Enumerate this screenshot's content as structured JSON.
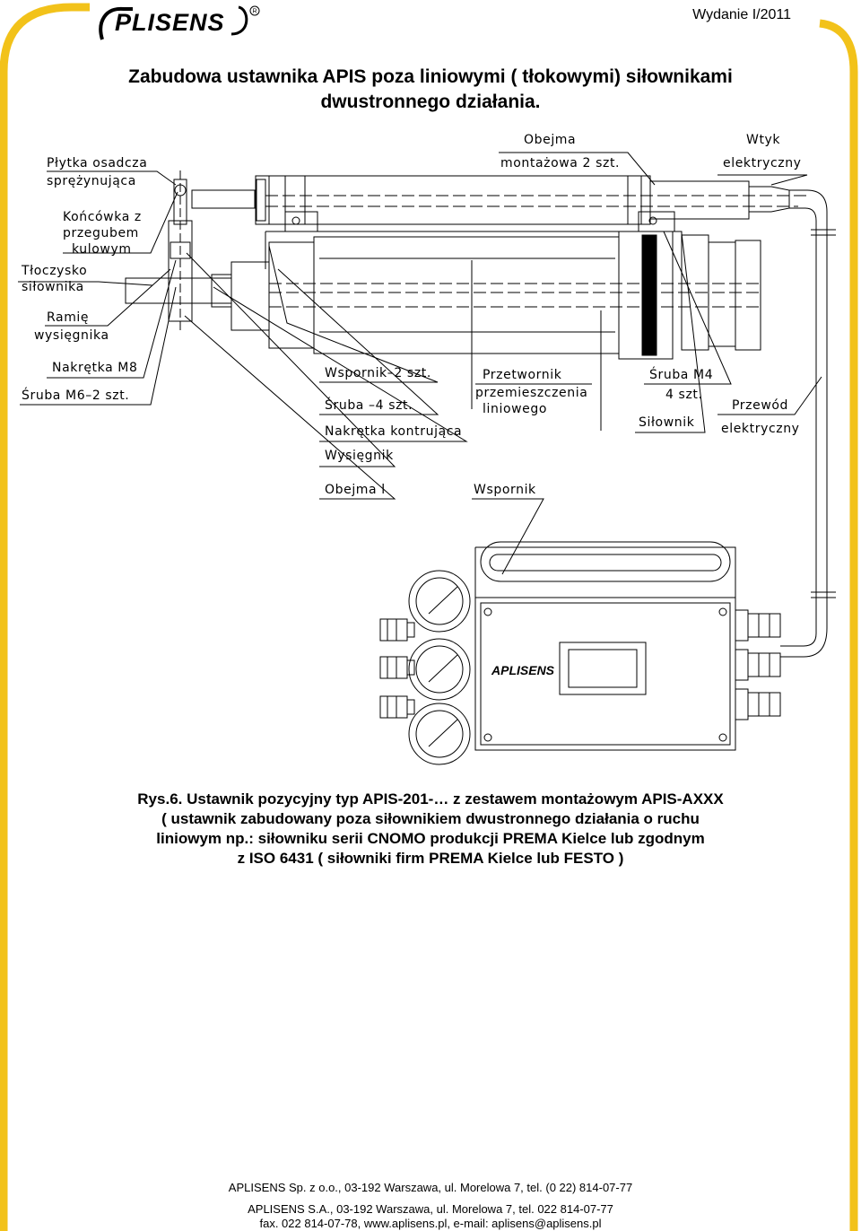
{
  "header": {
    "logo_text": "APLISENS",
    "edition": "Wydanie I/2011"
  },
  "title": {
    "line1": "Zabudowa ustawnika APIS poza liniowymi ( tłokowymi) siłownikami",
    "line2": "dwustronnego działania."
  },
  "labels": {
    "plytka_1": "Płytka osadcza",
    "plytka_2": "sprężynująca",
    "obejma_1": "Obejma",
    "obejma_2": "montażowa 2 szt.",
    "wtyk_1": "Wtyk",
    "wtyk_2": "elektryczny",
    "koncowka_1": "Końcówka z",
    "koncowka_2": "przegubem",
    "koncowka_3": "kulowym",
    "tloczysko_1": "Tłoczysko",
    "tloczysko_2": "siłownika",
    "ramie_1": "Ramię",
    "ramie_2": "wysięgnika",
    "nakretka_m8": "Nakrętka M8",
    "sruba_m6": "Śruba M6–2 szt.",
    "wspornik_2": "Wspornik–2 szt.",
    "sruba_4": "Śruba –4 szt.",
    "nakretka_kontr": "Nakrętka kontrująca",
    "wysiegnik": "Wysięgnik",
    "przetwornik_1": "Przetwornik",
    "przetwornik_2": "przemieszczenia",
    "przetwornik_3": "liniowego",
    "sruba_m4_1": "Śruba M4",
    "sruba_m4_2": "4 szt.",
    "silownik": "Siłownik",
    "przewod_1": "Przewód",
    "przewod_2": "elektryczny",
    "obejma_l": "Obejma l",
    "wspornik": "Wspornik"
  },
  "device_logo": "APLISENS",
  "caption": {
    "line1": "Rys.6. Ustawnik pozycyjny typ APIS-201-… z zestawem montażowym APIS-AXXX",
    "line2": "( ustawnik  zabudowany poza siłownikiem dwustronnego działania o ruchu",
    "line3": "liniowym np.: siłowniku serii CNOMO produkcji PREMA Kielce lub zgodnym",
    "line4": "z ISO 6431 ( siłowniki firm PREMA Kielce lub FESTO )"
  },
  "footer": {
    "line1": "APLISENS Sp. z o.o., 03-192 Warszawa, ul. Morelowa 7, tel. (0 22) 814-07-77",
    "line2": "APLISENS S.A., 03-192 Warszawa, ul. Morelowa 7, tel. 022 814-07-77",
    "line3": "fax. 022 814-07-78, www.aplisens.pl, e-mail: aplisens@aplisens.pl"
  },
  "colors": {
    "frame": "#F2C21A",
    "ink": "#000000"
  }
}
